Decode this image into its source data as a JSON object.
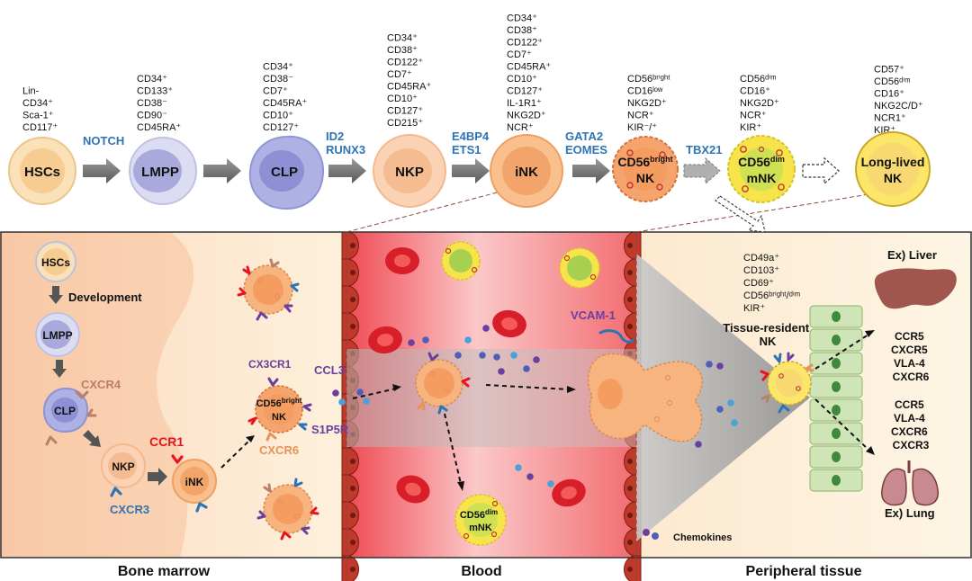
{
  "pathway": {
    "cells": [
      {
        "label": "HSCs",
        "markers": [
          "Lin-",
          "CD34⁺",
          "Sca-1⁺",
          "CD117⁺"
        ]
      },
      {
        "label": "LMPP",
        "markers": [
          "CD34⁺",
          "CD133⁺",
          "CD38⁻",
          "CD90⁻",
          "CD45RA⁺"
        ]
      },
      {
        "label": "CLP",
        "markers": [
          "CD34⁺",
          "CD38⁻",
          "CD7⁺",
          "CD45RA⁺",
          "CD10⁺",
          "CD127⁺"
        ]
      },
      {
        "label": "NKP",
        "markers": [
          "CD34⁺",
          "CD38⁺",
          "CD122⁺",
          "CD7⁺",
          "CD45RA⁺",
          "CD10⁺",
          "CD127⁺",
          "CD215⁺"
        ]
      },
      {
        "label": "iNK",
        "markers": [
          "CD34⁺",
          "CD38⁺",
          "CD122⁺",
          "CD7⁺",
          "CD45RA⁺",
          "CD10⁺",
          "CD127⁺",
          "IL-1R1⁺",
          "NKG2D⁺",
          "NCR⁺"
        ]
      },
      {
        "label_main": "CD56",
        "label_sup": "bright",
        "label_sub": "NK",
        "markers": [
          "CD56ᵇʳⁱᵍʰᵗ",
          "CD16ˡᵒʷ",
          "NKG2D⁺",
          "NCR⁺",
          "KIR⁻/⁺"
        ]
      },
      {
        "label_main": "CD56",
        "label_sup": "dim",
        "label_sub": "mNK",
        "markers": [
          "CD56ᵈⁱᵐ",
          "CD16⁺",
          "NKG2D⁺",
          "NCR⁺",
          "KIR⁺"
        ]
      },
      {
        "label_main": "Long-lived",
        "label_sub": "NK",
        "markers": [
          "CD57⁺",
          "CD56ᵈⁱᵐ",
          "CD16⁺",
          "NKG2C/D⁺",
          "NCR1⁺",
          "KIR⁺"
        ]
      }
    ],
    "factors": [
      "NOTCH",
      "ID2",
      "RUNX3",
      "E4BP4",
      "ETS1",
      "GATA2",
      "EOMES",
      "TBX21"
    ]
  },
  "bone_marrow": {
    "title": "Bone marrow",
    "development_label": "Development",
    "cells": [
      "HSCs",
      "LMPP",
      "CLP",
      "NKP",
      "iNK"
    ],
    "receptors": {
      "cxcr4": "CXCR4",
      "ccr1": "CCR1",
      "cxcr3": "CXCR3",
      "cx3cr1": "CX3CR1",
      "cxcr6": "CXCR6"
    },
    "emigrating_cell": {
      "main": "CD56",
      "sup": "bright",
      "sub": "NK"
    }
  },
  "blood": {
    "title": "Blood",
    "ccl3": "CCL3",
    "s1p5r": "S1P5R",
    "vcam1": "VCAM-1",
    "mature_cell": {
      "main": "CD56",
      "sup": "dim",
      "sub": "mNK"
    }
  },
  "peripheral_tissue": {
    "title": "Peripheral tissue",
    "resident_markers": [
      "CD49a⁺",
      "CD103⁺",
      "CD69⁺",
      "CD56ᵇʳⁱᵍʰᵗ/ᵈⁱᵐ",
      "KIR⁺"
    ],
    "resident_label": [
      "Tissue-resident",
      "NK"
    ],
    "liver_label": "Ex) Liver",
    "liver_receptors": [
      "CCR5",
      "CXCR5",
      "VLA-4",
      "CXCR6"
    ],
    "lung_receptors": [
      "CCR5",
      "VLA-4",
      "CXCR6",
      "CXCR3"
    ],
    "lung_label": "Ex) Lung",
    "legend_chemokines": "Chemokines"
  },
  "colors": {
    "factor_blue": "#2e74b5",
    "ccr1_red": "#e8141c",
    "receptor_purple": "#6a3fa0",
    "cxcr4_brown": "#b8806a",
    "cxcr6_orange": "#e8925a",
    "cxcr3_blue": "#2e74b5",
    "bone_marrow_bg": "#fde9d4",
    "blood_bg": "#f27d7d",
    "tissue_bg": "#fdf4e1"
  }
}
